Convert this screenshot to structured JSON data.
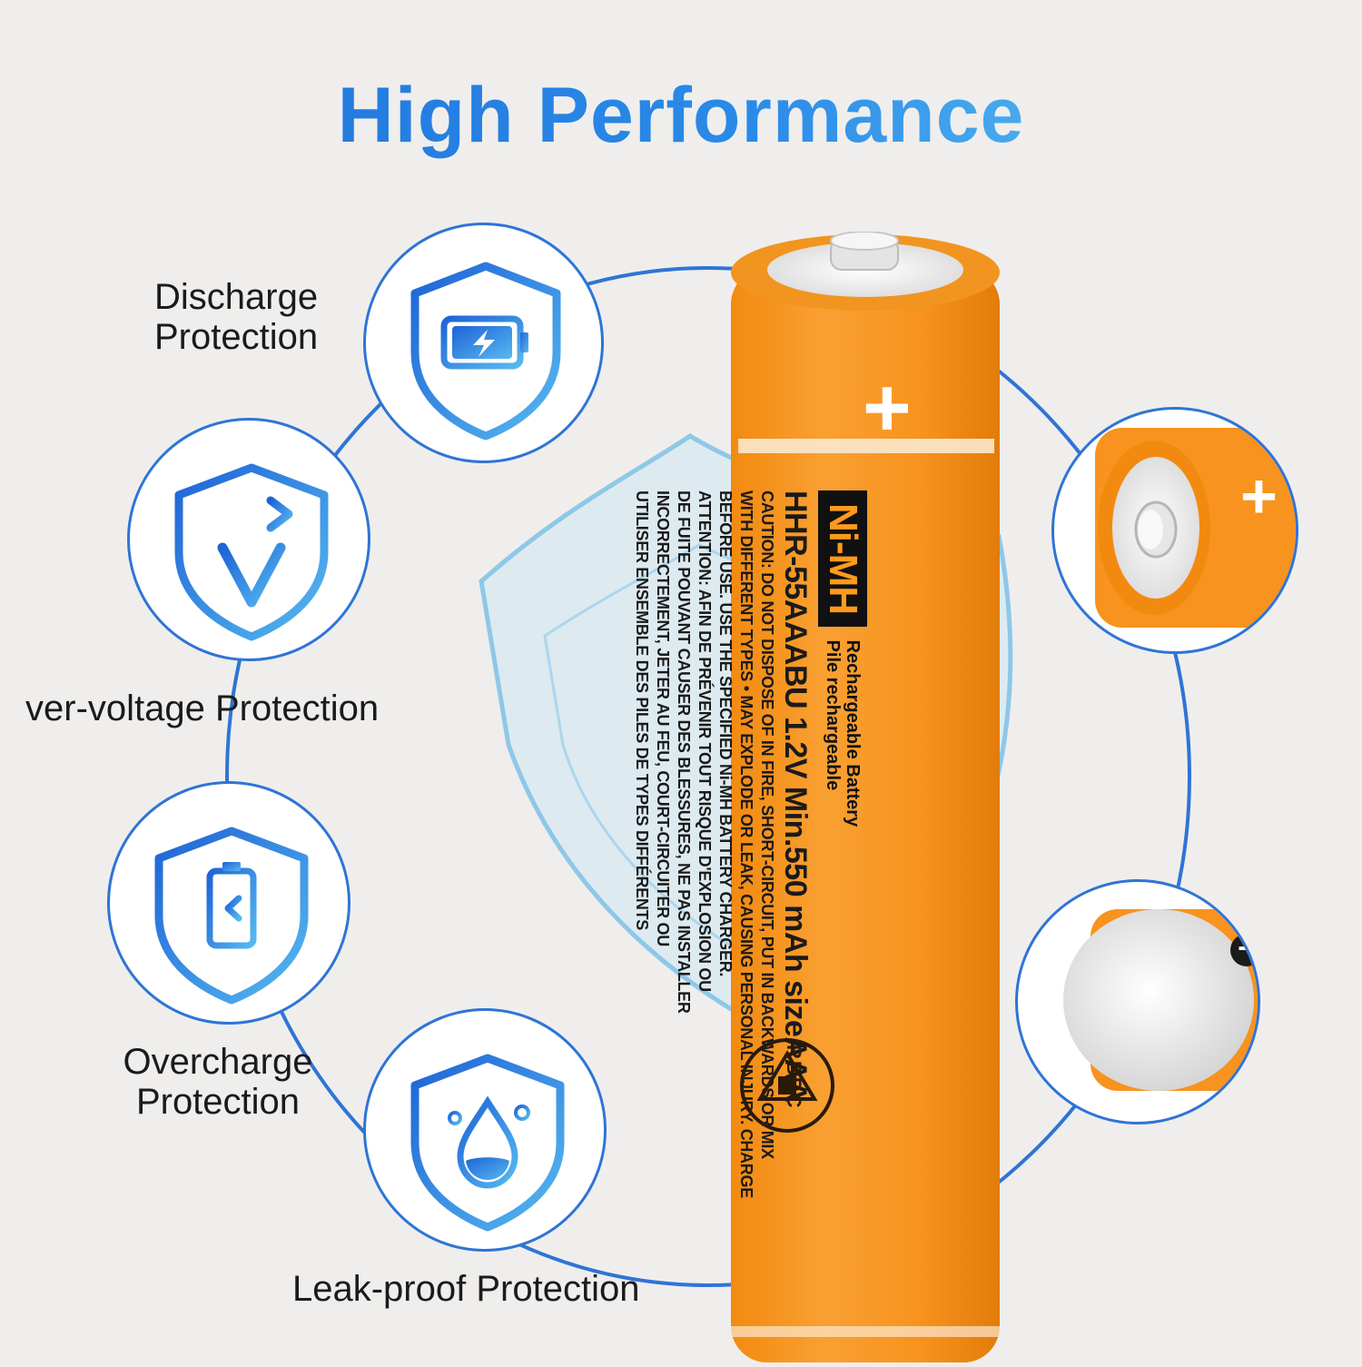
{
  "header": {
    "title": "High Performance"
  },
  "features": [
    {
      "label_line1": "Discharge",
      "label_line2": "Protection",
      "icon": "battery-charging-shield-icon"
    },
    {
      "label": "ver-voltage Protection",
      "icon": "voltage-arrow-shield-icon"
    },
    {
      "label_line1": "Overcharge",
      "label_line2": "Protection",
      "icon": "battery-input-shield-icon"
    },
    {
      "label": "Leak-proof Protection",
      "icon": "water-drop-shield-icon"
    }
  ],
  "battery": {
    "chemistry": "Ni-MH",
    "rechargeable_en": "Rechargeable Battery",
    "rechargeable_fr": "Pile rechargeable",
    "model_line": "HHR-55AAABU 1.2V Min.550 mAh sizeAAA",
    "caution_lines": [
      "CAUTION: DO NOT DISPOSE OF IN FIRE, SHORT-CIRCUIT, PUT IN BACKWARDS OR MIX",
      "WITH DIFFERENT TYPES • MAY EXPLODE OR LEAK, CAUSING PERSONAL INJURY. CHARGE",
      "BEFORE USE. USE THE SPECIFIED Ni-MH BATTERY CHARGER.",
      "ATTENTION: AFIN DE PRÉVENIR TOUT RISQUE D'EXPLOSION OU",
      "DE FUITE POUVANT CAUSER DES BLESSURES, NE PAS INSTALLER",
      "INCORRECTEMENT, JETER AU FEU, COURT-CIRCUITER OU",
      "UTILISER ENSEMBLE DES PILES DE TYPES DIFFÉRENTS"
    ],
    "seal_text": "RBRC",
    "plus_symbol": "+",
    "minus_symbol": "−"
  },
  "colors": {
    "accent_blue": "#2f74d6",
    "battery_orange": "#f7931e",
    "background": "#efeeed"
  }
}
